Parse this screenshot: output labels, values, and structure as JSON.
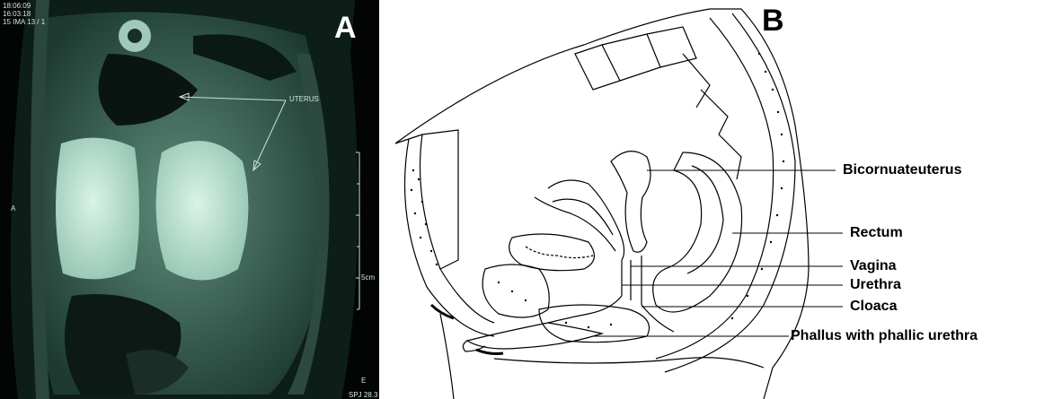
{
  "panel_a": {
    "letter": "A",
    "header_lines": [
      "18:06:09",
      "16:03:18",
      "15 IMA 13 / 1"
    ],
    "arrow_label": "UTERUS",
    "scale_label": "5cm",
    "left_marker": "A",
    "bottom_marker": "E",
    "bottom_code": "SPJ 28.3"
  },
  "panel_b": {
    "letter": "B",
    "labels": {
      "bicornuate_uterus": "Bicornuateuterus",
      "rectum": "Rectum",
      "vagina": "Vagina",
      "urethra": "Urethra",
      "cloaca": "Cloaca",
      "phallus": "Phallus with phallic urethra"
    }
  },
  "colors": {
    "mri_background": "#020504",
    "mri_tint": "#b8ded0",
    "drawing_ink": "#000000",
    "page_background": "#ffffff"
  }
}
